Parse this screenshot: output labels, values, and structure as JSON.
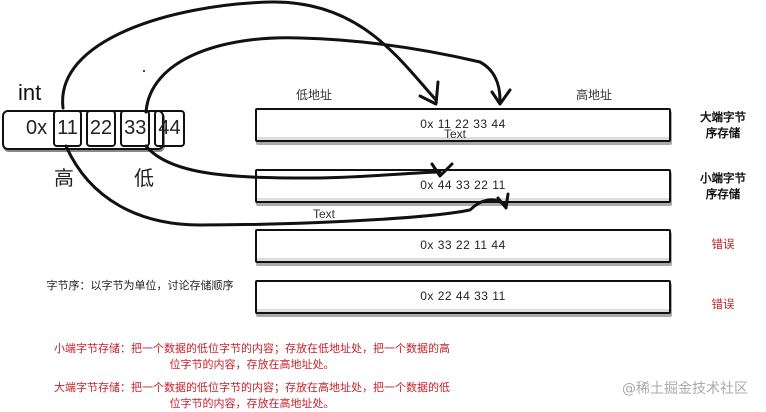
{
  "int_diagram": {
    "type_label": "int",
    "prefix": "0x",
    "bytes": [
      "11",
      "22",
      "33",
      "44"
    ],
    "high_label": "高",
    "low_label": "低"
  },
  "address_labels": {
    "low": "低地址",
    "high": "高地址"
  },
  "memory_rows": [
    {
      "value": "0x 11  22  33  44",
      "label_line1": "大端字节",
      "label_line2": "序存储",
      "label_type": "correct"
    },
    {
      "value": "0x 44  33  22  11",
      "label_line1": "小端字节",
      "label_line2": "序存储",
      "label_type": "correct"
    },
    {
      "value": "0x  33  22  11  44",
      "label_line1": "错误",
      "label_line2": "",
      "label_type": "error"
    },
    {
      "value": "0x  22  44  33   11",
      "label_line1": "错误",
      "label_line2": "",
      "label_type": "error"
    }
  ],
  "stray_text": [
    "Text",
    "Text"
  ],
  "definition": "字节序：以字节为单位，讨论存储顺序",
  "notes": {
    "little_endian": "小端字节存储：把一个数据的低位字节的内容；存放在低地址处，把一个数据的高位字节的内容，存放在高地址处。",
    "big_endian": "大端字节存储：把一个数据的低位字节的内容；存放在高地址处，把一个数据的低位字节的内容，存放在高地址处。"
  },
  "colors": {
    "ink": "#111111",
    "error": "#c8202a",
    "watermark": "#aaaaaa"
  },
  "watermark": "@稀土掘金技术社区"
}
